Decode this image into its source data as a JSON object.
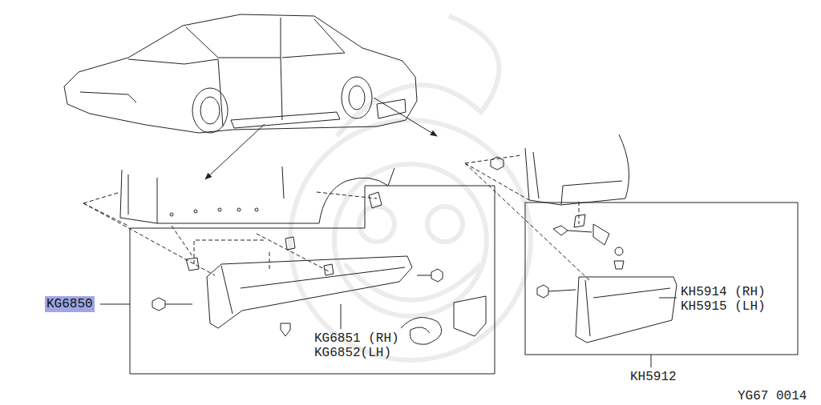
{
  "diagram": {
    "nodes": [
      {
        "text": [
          "KG6850"
        ]
      }
    ],
    "labels": [
      "KG6851 (RH)",
      "KG6852(LH)",
      "KH5914 (RH)",
      "KH5915 (LH)",
      "KH5912",
      "YG67 0014"
    ]
  }
}
